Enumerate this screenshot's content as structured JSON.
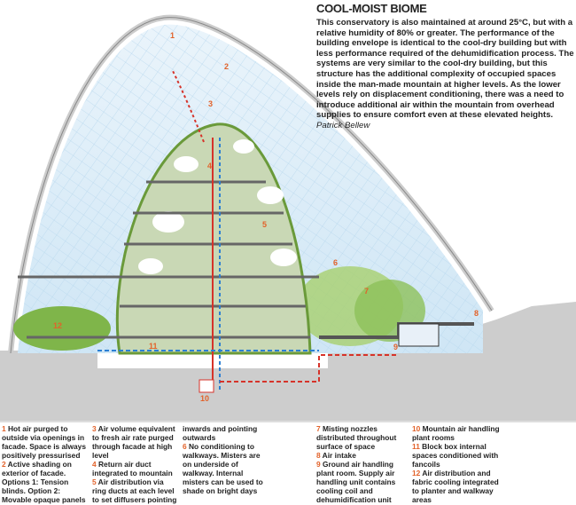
{
  "header": {
    "title": "COOL-MOIST BIOME",
    "body": "This conservatory is also maintained at around 25°C, but with a relative humidity of 80% or greater. The performance of the building envelope is identical to the cool-dry building but with less performance required of the dehumidification process. The systems are very similar to the cool-dry building, but this structure has the additional complexity of occupied spaces inside the man-made mountain at higher levels. As the lower levels rely on displacement conditioning, there was a need to introduce additional air within the mountain from overhead supplies to ensure comfort even at these elevated heights.",
    "author": "Patrick Bellew"
  },
  "colors": {
    "accent": "#e2622a",
    "supply_air": "#2a7fd4",
    "return_air": "#d6332a",
    "ground": "#c8c8c8",
    "foliage": "#7fb54a"
  },
  "diagram_labels": [
    "1",
    "2",
    "3",
    "4",
    "5",
    "6",
    "7",
    "8",
    "9",
    "10",
    "11",
    "12"
  ],
  "legend": [
    {
      "num": "1",
      "text": " Hot air purged to outside via openings in facade. Space is always positively pressurised"
    },
    {
      "num": "2",
      "text": " Active shading on exterior of facade. Options 1: Tension blinds. Option 2: Movable opaque panels"
    },
    {
      "num": "3",
      "text": " Air volume equivalent to fresh air rate purged through facade at high level"
    },
    {
      "num": "4",
      "text": " Return air duct integrated to mountain"
    },
    {
      "num": "5",
      "text": " Air distribution via ring ducts at each level to set diffusers pointing inwards and pointing outwards"
    },
    {
      "num": "6",
      "text": " No conditioning to walkways. Misters are on underside of walkway. Internal misters can be used to shade on bright days"
    },
    {
      "num": "7",
      "text": " Misting nozzles distributed throughout surface of space"
    },
    {
      "num": "8",
      "text": " Air intake"
    },
    {
      "num": "9",
      "text": " Ground air handling plant room. Supply air handling unit contains cooling coil and dehumidification unit"
    },
    {
      "num": "10",
      "text": " Mountain air handling plant rooms"
    },
    {
      "num": "11",
      "text": " Block box internal spaces conditioned with fancoils"
    },
    {
      "num": "12",
      "text": " Air distribution and fabric cooling integrated to planter and walkway areas"
    }
  ]
}
